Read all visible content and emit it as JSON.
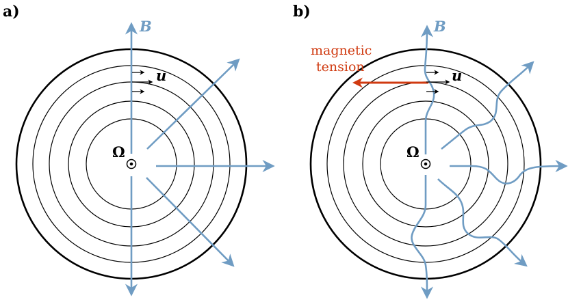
{
  "panels": [
    {
      "id": "a",
      "label": "a)",
      "field_label": "B",
      "velocity_label": "u",
      "rotation_label": "Ω"
    },
    {
      "id": "b",
      "label": "b)",
      "field_label": "B",
      "velocity_label": "u",
      "rotation_label": "Ω",
      "annotation_line1": "magnetic",
      "annotation_line2": "tension"
    }
  ],
  "colors": {
    "field_line": "#6f9cc3",
    "tension_arrow": "#d03a10",
    "ink": "#000000"
  }
}
